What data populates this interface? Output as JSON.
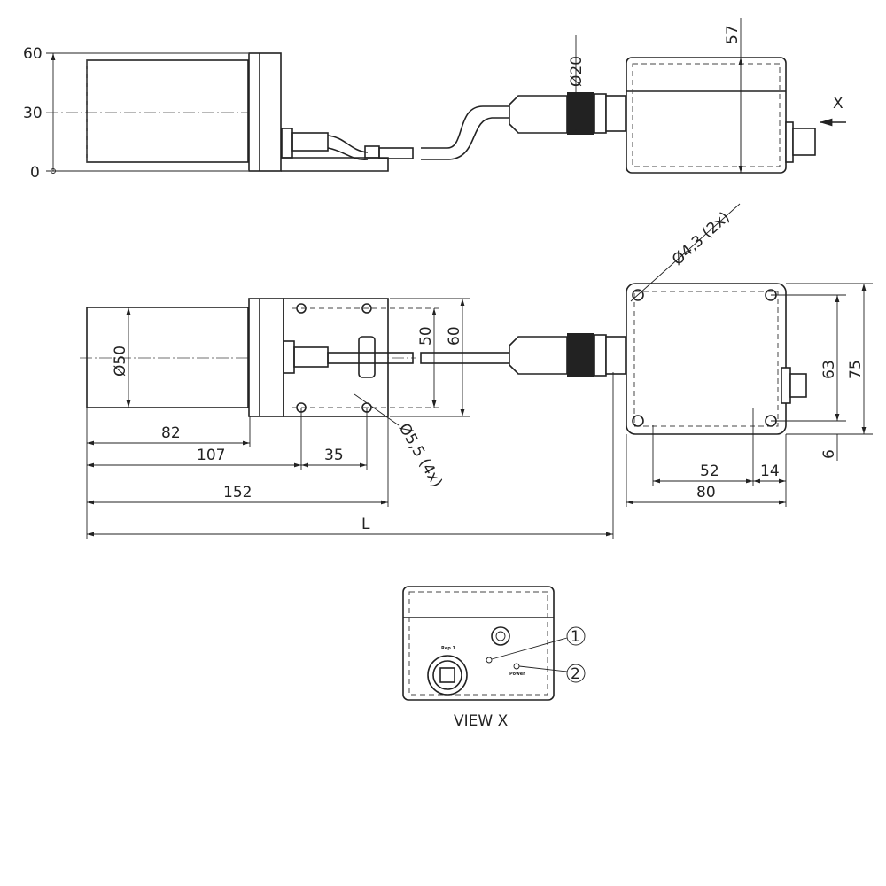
{
  "title": "Dimension drawing: sensor with cable and electronics box",
  "top_view": {
    "scale_labels": [
      "60",
      "30",
      "0"
    ],
    "dim_box_height": "57",
    "dim_connector_dia": "Ø20",
    "view_arrow_label": "X"
  },
  "plan_view": {
    "dim_sensor_dia": "Ø50",
    "dim_hole_spacing": "50",
    "dim_plate_height": "60",
    "dim_mount_holes": "Ø5,5 (4x)",
    "dim_box_holes": "Ø4,3 (2x)",
    "dim_82": "82",
    "dim_107": "107",
    "dim_35": "35",
    "dim_152": "152",
    "dim_L": "L",
    "dim_63": "63",
    "dim_75": "75",
    "dim_6": "6",
    "dim_52": "52",
    "dim_14": "14",
    "dim_80": "80"
  },
  "view_x": {
    "title": "VIEW X",
    "connector_label": "Rep 1",
    "led_label": "Power",
    "callouts": [
      "1",
      "2"
    ]
  }
}
